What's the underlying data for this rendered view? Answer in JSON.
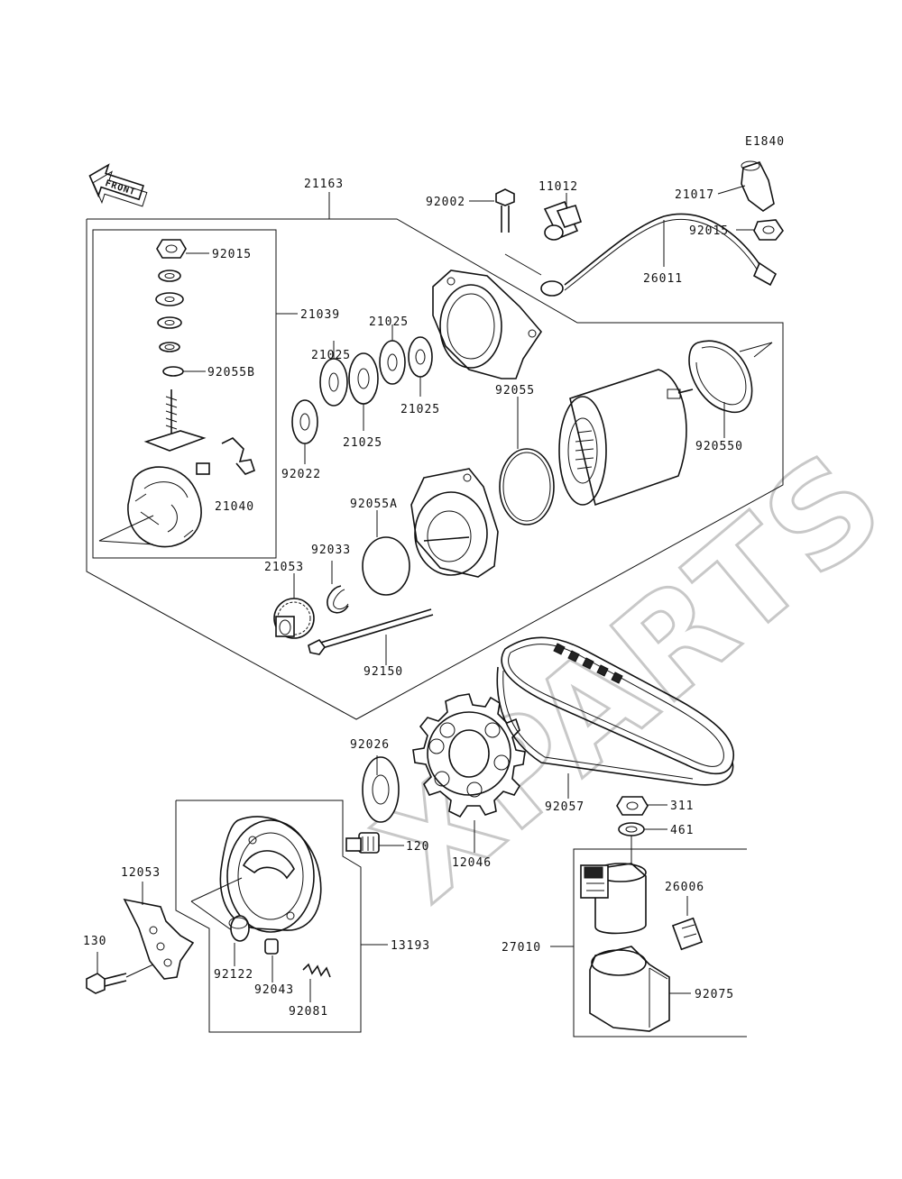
{
  "diagram": {
    "code": "E1840",
    "front_label": "FRONT",
    "watermark": "XPARTS",
    "parts": {
      "p21163": "21163",
      "p92002": "92002",
      "p11012": "11012",
      "p21017": "21017",
      "p92015a": "92015",
      "p92015b": "92015",
      "p26011": "26011",
      "p21039": "21039",
      "p92055B": "92055B",
      "p21025a": "21025",
      "p21025b": "21025",
      "p21025c": "21025",
      "p21025d": "21025",
      "p92022": "92022",
      "p92055": "92055",
      "p920550": "920550",
      "p21040": "21040",
      "p92055A": "92055A",
      "p92033": "92033",
      "p21053": "21053",
      "p92150": "92150",
      "p92026": "92026",
      "p92057": "92057",
      "p311": "311",
      "p461": "461",
      "p120": "120",
      "p12046": "12046",
      "p12053": "12053",
      "p26006": "26006",
      "p27010": "27010",
      "p13193": "13193",
      "p130": "130",
      "p92122": "92122",
      "p92043": "92043",
      "p92081": "92081",
      "p92075": "92075"
    }
  }
}
